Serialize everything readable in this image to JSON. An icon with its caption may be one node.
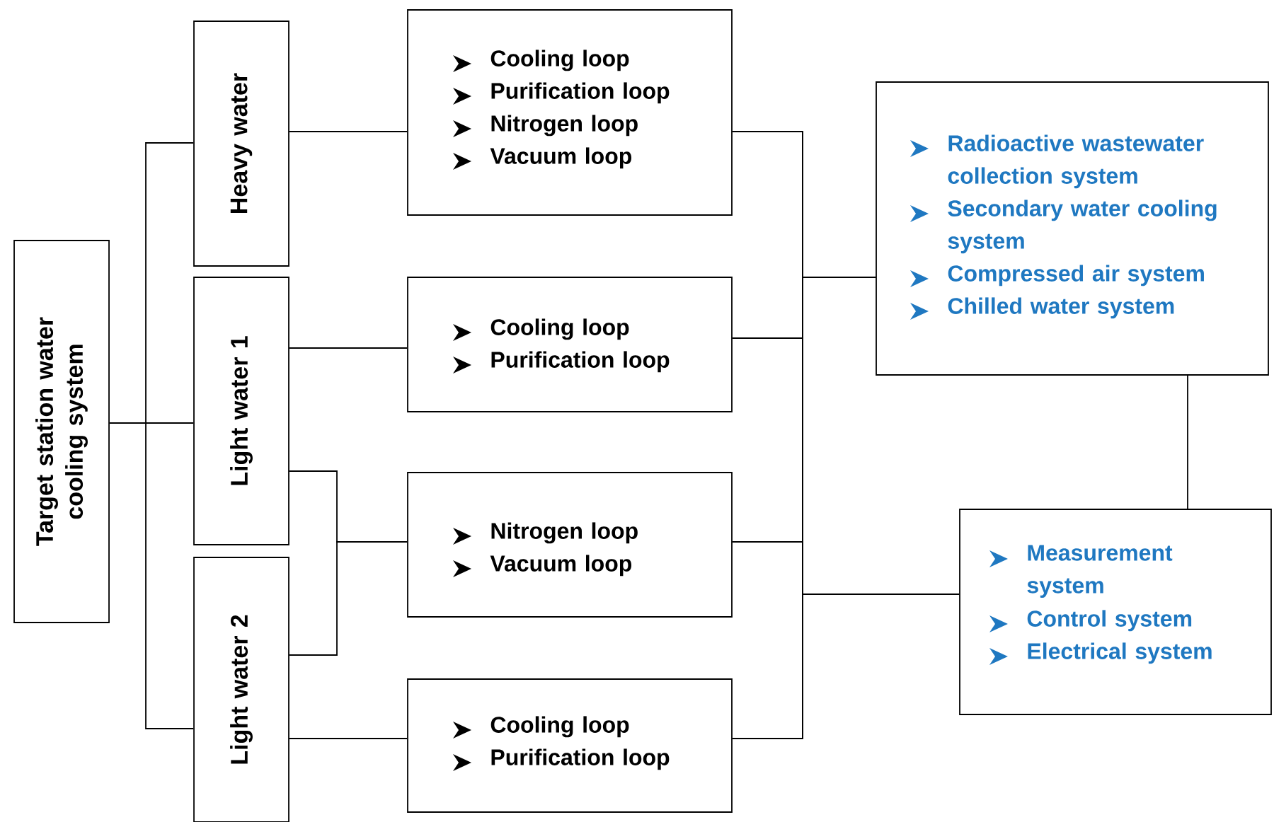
{
  "diagram": {
    "nodes": [
      {
        "text": [
          "Target station water cooling system"
        ]
      },
      {
        "text": [
          "Heavy water"
        ]
      },
      {
        "text": [
          "Light water 1"
        ]
      },
      {
        "text": [
          "Light water 2"
        ]
      },
      {
        "text": [
          "Cooling loop",
          "Purification loop",
          "Nitrogen loop",
          "Vacuum loop"
        ]
      },
      {
        "text": [
          "Cooling loop",
          "Purification loop"
        ]
      },
      {
        "text": [
          "Nitrogen loop",
          "Vacuum loop"
        ]
      },
      {
        "text": [
          "Cooling loop",
          "Purification loop"
        ]
      },
      {
        "text": [
          "Radioactive wastewater collection system",
          "Secondary water cooling system",
          "Compressed air system",
          "Chilled water system"
        ]
      },
      {
        "text": [
          "Measurement system",
          "Control system",
          "Electrical system"
        ]
      }
    ],
    "edges": [
      {
        "from": 0,
        "to": 1,
        "arrow": "none"
      },
      {
        "from": 0,
        "to": 2,
        "arrow": "none"
      },
      {
        "from": 0,
        "to": 3,
        "arrow": "none"
      },
      {
        "from": 1,
        "to": 4,
        "arrow": "none"
      },
      {
        "from": 2,
        "to": 5,
        "arrow": "none"
      },
      {
        "from": 2,
        "to": 6,
        "arrow": "none"
      },
      {
        "from": 3,
        "to": 6,
        "arrow": "none"
      },
      {
        "from": 3,
        "to": 7,
        "arrow": "none"
      },
      {
        "from": 4,
        "to": 8,
        "arrow": "none"
      },
      {
        "from": 5,
        "to": 8,
        "arrow": "none"
      },
      {
        "from": 6,
        "to": 8,
        "arrow": "none"
      },
      {
        "from": 7,
        "to": 8,
        "arrow": "none"
      },
      {
        "from": 4,
        "to": 9,
        "arrow": "none"
      },
      {
        "from": 5,
        "to": 9,
        "arrow": "none"
      },
      {
        "from": 6,
        "to": 9,
        "arrow": "none"
      },
      {
        "from": 7,
        "to": 9,
        "arrow": "none"
      },
      {
        "from": 8,
        "to": 9,
        "arrow": "none"
      }
    ]
  }
}
